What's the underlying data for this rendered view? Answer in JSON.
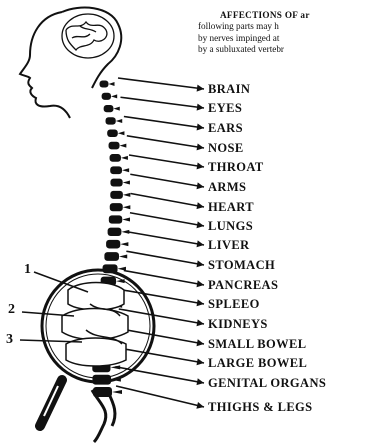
{
  "caption": {
    "line1": "AFFECTIONS OF ar",
    "line2": "following parts may h",
    "line3": "by nerves impinged at",
    "line4": "by a subluxated vertebr"
  },
  "labels": [
    "BRAIN",
    "EYES",
    "EARS",
    "NOSE",
    "THROAT",
    "ARMS",
    "HEART",
    "LUNGS",
    "LIVER",
    "STOMACH",
    "PANCREAS",
    "SPLEEO",
    "KIDNEYS",
    "SMALL BOWEL",
    "LARGE BOWEL",
    "GENITAL ORGANS",
    "THIGHS & LEGS"
  ],
  "callouts": [
    "1",
    "2",
    "3"
  ],
  "colors": {
    "ink": "#111111",
    "paper": "#ffffff"
  }
}
